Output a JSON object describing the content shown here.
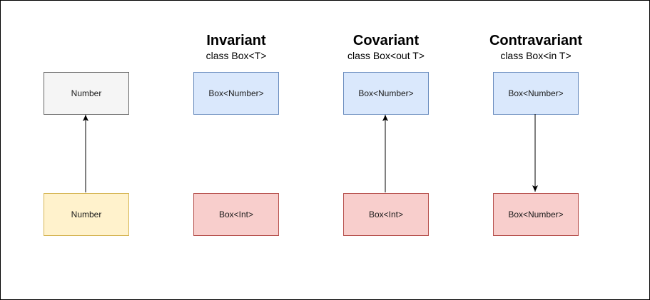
{
  "columns": {
    "invariant": {
      "title": "Invariant",
      "subtitle": "class Box<T>"
    },
    "covariant": {
      "title": "Covariant",
      "subtitle": "class Box<out T>"
    },
    "contravariant": {
      "title": "Contravariant",
      "subtitle": "class Box<in T>"
    }
  },
  "boxes": {
    "base_top": {
      "label": "Number",
      "fill": "#f5f5f5",
      "stroke": "#666666"
    },
    "base_bottom": {
      "label": "Number",
      "fill": "#fff2cc",
      "stroke": "#d6b656"
    },
    "invariant_top": {
      "label": "Box<Number>",
      "fill": "#dae8fc",
      "stroke": "#6c8ebf"
    },
    "invariant_bottom": {
      "label": "Box<Int>",
      "fill": "#f8cecc",
      "stroke": "#b85450"
    },
    "covariant_top": {
      "label": "Box<Number>",
      "fill": "#dae8fc",
      "stroke": "#6c8ebf"
    },
    "covariant_bottom": {
      "label": "Box<Int>",
      "fill": "#f8cecc",
      "stroke": "#b85450"
    },
    "contravariant_top": {
      "label": "Box<Number>",
      "fill": "#dae8fc",
      "stroke": "#6c8ebf"
    },
    "contravariant_bottom": {
      "label": "Box<Number>",
      "fill": "#f8cecc",
      "stroke": "#b85450"
    }
  }
}
